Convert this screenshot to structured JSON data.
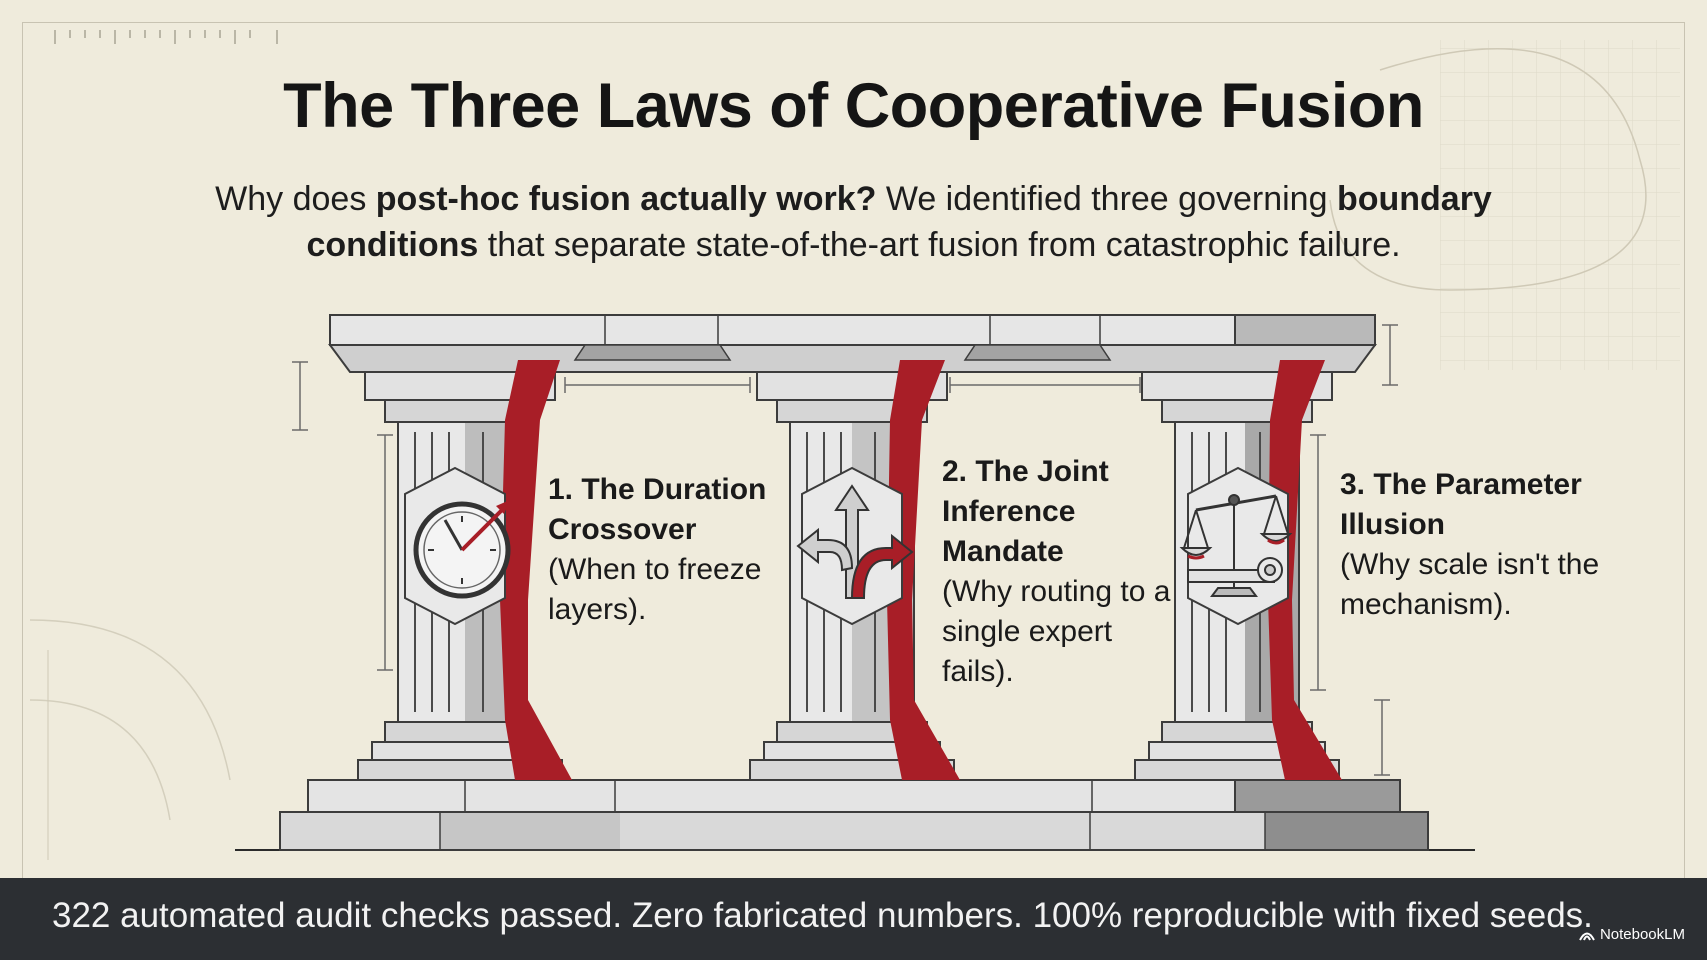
{
  "slide": {
    "title": "The Three Laws of Cooperative Fusion",
    "subtitle": {
      "part1": "Why does ",
      "bold1": "post-hoc fusion actually work?",
      "part2": " We identified three governing ",
      "bold2": "boundary conditions",
      "part3": " that separate state-of-the-art fusion from catastrophic failure."
    },
    "laws": [
      {
        "title": "1. The Duration Crossover",
        "subtitle": "(When to freeze layers).",
        "icon": "clock-icon"
      },
      {
        "title": "2. The Joint Inference Mandate",
        "subtitle": "(Why routing to a single expert fails).",
        "icon": "fork-arrows-icon"
      },
      {
        "title": "3. The Parameter Illusion",
        "subtitle": "(Why scale isn't the mechanism).",
        "icon": "balance-scale-icon"
      }
    ]
  },
  "caption": "322 automated audit checks passed. Zero fabricated numbers. 100% reproducible with fixed seeds.",
  "brand": "NotebookLM",
  "colors": {
    "background": "#efebdc",
    "accent_red": "#a81e27",
    "stone": "#d7d7d7",
    "caption_bar": "#2c2f33"
  }
}
